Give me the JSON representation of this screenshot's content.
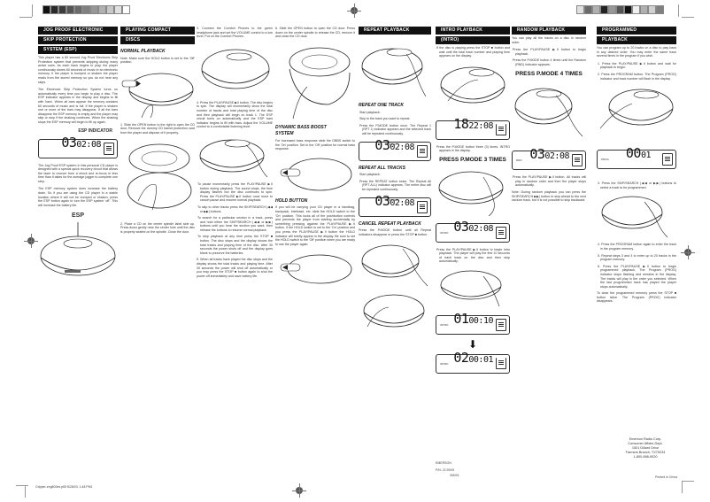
{
  "document": {
    "type": "CD player owner's manual (scanned, mirrored)",
    "brand": "EMERSON",
    "part_no": "P/N: 21'200/5",
    "date_code": "305/01"
  },
  "print_marks": {
    "swatches_left": [
      "#111111",
      "#2a2a2a",
      "#3c3c3c",
      "#555555",
      "#6a6a6a",
      "#808080",
      "#979797",
      "#b0b0b0",
      "#c8c8c8",
      "#e0e0e0",
      "#ffffff"
    ],
    "swatches_right": [
      "#e0e0e0",
      "#6a6a6a",
      "#b0b0b0",
      "#222222",
      "#979797",
      "#555555",
      "#111111",
      "#f0f0f0",
      "#b0b0b0",
      "#d0d0d0",
      "#808080"
    ],
    "file_slug": "Gripper-eng800es.p65 8/28/03, 1:48 PM1"
  },
  "columns": {
    "esp": {
      "title_lines": [
        "JOG PROOF ELECTRONIC",
        "SKIP PROTECTION",
        "SYSTEM (ESP)"
      ],
      "para1": "This player has a 60 second Jog Proof Electronic Skip Protection system that prevents skipping during many active uses. As each track begins to play, the player continuously stores 60 seconds of music in an electronic memory. If the player is bumped or shaken the player reads from the stored memory so you do not hear any skips.",
      "para2": "The Electronic Skip Protection System turns on automatically every time you begin to play a disc. The ESP indicator appears in the display and begins to fill with 'bars'. When all bars appear the memory contains 60 seconds of music and is full. If the player is shaken one or more of the bars may disappear. If all the bars disappear the ESP memory is empty and the player may skip or stop if the shaking continues. When the shaking stops the ESP memory will begin to fill up again.",
      "indicator_label": "ESP INDICATOR",
      "lcd_track": "03",
      "lcd_time": "02:08",
      "para3": "The Jog Proof ESP system in this personal CD player is designed with a special quick recovery circuit that allows the laser to recover from a shock and re-focus in less time than it takes for the average jogger to complete one step.",
      "para4": "The ESP memory system does increase the battery drain. So if you are using the CD player in a stable location where it will not be bumped or shaken, press the ESP button again to turn the ESP system 'off'. This will increase the battery life.",
      "esp_label": "ESP"
    },
    "playing": {
      "title_lines": [
        "PLAYING COMPACT",
        "DISCS"
      ],
      "sub_normal": "NORMAL PLAYBACK",
      "note": "Note: Make sure the HOLD button is set to the 'Off' position.",
      "step1": "1. Slide the OPEN button to the right to open the CD door. Remove the dummy CD transit protection card from the player and dispose of it properly.",
      "step2": "2. Place a CD on the center spindle label side up. Press down gently near the center hole until the disc is properly seated on the spindle. Close the door.",
      "step3": "3. Connect the Comfort Phones to the green headphone jack and set the VOLUME control to a low level. Put on the Comfort Phones.",
      "step4": "4. Press the PLAY/PAUSE ▶II button. The disc begins to spin. The display will momentarily show the total number of tracks and total playing time of the disc and then playback will begin on track 1. The ESP circuit turns on automatically and the ESP bars indicator begins to fill with bars. Adjust the VOLUME control to a comfortable listening level.",
      "bullet_pause": "To pause momentarily press the PLAY/PAUSE ▶II button during playback. The sound stops, the time display flashes but the disc continues to spin. Press the PLAY/PAUSE ▶II button once more to cancel pause and resume normal playback.",
      "bullet_skip": "To skip to other tracks press the SKIP/SEARCH |◀◀ or ▶▶| buttons.",
      "bullet_search": "To search for a particular section in a track, press and hold either the SKIP/SEARCH |◀◀ or ▶▶| buttons until you hear the section you want, then release the buttons to resume normal playback.",
      "bullet_stop": "To stop playback at any time press the STOP ■ button. The disc stops and the display shows the total tracks and playing time of the disc. After 30 seconds the power shuts off and the display goes blank to preserve the batteries.",
      "step5": "5. When all tracks have played the disc stops and the display shows the total tracks and playing time. After 30 seconds the power will shut off automatically or you may press the STOP ■ button again to shut the power off immediately and save battery life.",
      "step6": "6. Slide the OPEN button to open the CD door. Press down on the center spindle to release the CD, remove it and close the CD door."
    },
    "dbbs": {
      "title_lines": [
        "DYNAMIC BASS BOOST",
        "SYSTEM"
      ],
      "text": "For increased bass response slide the DBBS switch to the 'On' position. Set to the 'Off' position for normal bass response."
    },
    "hold": {
      "title": "HOLD BUTTON",
      "text": "If you will be carrying your CD player in a handbag, backpack, briefcase, etc. slide the HOLD switch to the 'On' position. This locks all of the pushbutton controls and prevents the player from starting accidentally by something pressing against the PLAY/PAUSE ▶II button. If the HOLD switch is set to the 'On' position and you press the PLAY/PAUSE ▶II button the HOLD indicator will briefly appear in the display. Be sure to set the HOLD switch to the 'Off' position when you are ready to use the player again."
    },
    "repeat": {
      "title": "REPEAT PLAYBACK",
      "sub_one": "REPEAT ONE TRACK",
      "one_bullets": [
        "Start playback.",
        "Skip to the track you want to repeat.",
        "Press the P.MODE button once. The Repeat 1 (RPT 1) indicator appears and the selected track will be repeated continuously."
      ],
      "one_lcd_tag": "RPT 1",
      "one_lcd_track": "03",
      "one_lcd_time": "02:08",
      "sub_all": "REPEAT ALL TRACKS",
      "all_bullets": [
        "Start playback.",
        "Press the REPEAT button twice. The Repeat All (RPT ALL) indicator appears. The entire disc will be repeated continuously."
      ],
      "all_lcd_tag": "RPT ALL",
      "all_lcd_track": "03",
      "all_lcd_time": "02:08",
      "sub_cancel": "CANCEL REPEAT PLAYBACK",
      "cancel_text": "Press the P.MODE button until all Repeat indicators disappear or press the STOP ■ button."
    },
    "intro": {
      "title_lines": [
        "INTRO PLAYBACK",
        "(INTRO)"
      ],
      "bullet1": "If the disc is playing press the STOP ■ button and wait until the total track number and playing time appears on the display.",
      "lcd1_track": "18",
      "lcd1_time": "22:08",
      "bullet2": "Press the P.MODE button three (3) times. INTRO appears in the display.",
      "press_label": "PRESS P.MODE 3 TIMES",
      "lcd2_tag": "INTRO",
      "lcd2_track": "03",
      "lcd2_time": "02:08",
      "bullet3": "Press the PLAY/PAUSE ▶II button to begin intro playback. The player will play the first 10 seconds of each track on the disc and then stop automatically.",
      "lcd3_track": "01",
      "lcd3_time": "00:10",
      "lcd4_track": "02",
      "lcd4_time": "00:01"
    },
    "random": {
      "title": "RANDOM PLAYBACK",
      "intro": "You can play all the tracks on a disc in random order.",
      "bullet1": "Press the PLAY/PAUSE ▶II button to begin playback.",
      "bullet2": "Press the P.MODE button 4 times until the Random (RND) indicator appears.",
      "press_label": "PRESS P.MODE 4 TIMES",
      "lcd_tag": "RND",
      "lcd_track": "03",
      "lcd_time": "02:08",
      "bullet3": "Press the PLAY/PAUSE ▶II button. All tracks will play in random order and then the player stops automatically.",
      "note": "Note: During random playback you can press the SKIP/SEARCH ▶▶| button to skip ahead to the next random track, but it is not possible to skip backward."
    },
    "program": {
      "title_lines": [
        "PROGRAMMED",
        "PLAYBACK"
      ],
      "intro": "You can program up to 20 tracks on a disc to play back in any desired order. You may enter the same track several times in the program if you wish.",
      "step1": "1. Press the PLAY/PAUSE ▶II button and wait for playback to begin.",
      "step2": "2. Press the PROGRAM button. The Program (PROG) indicator and track number will flash in the display.",
      "lcd_tag": "PROG",
      "lcd_track": "00",
      "lcd_time": "01",
      "step3": "3. Press the SKIP/SEARCH |◀◀ or ▶▶| buttons to select a track to be programmed.",
      "step4": "4. Press the PROGRAM button again to enter the track in the program memory.",
      "step5": "5. Repeat steps 3 and 4 to enter up to 20 tracks in the program memory.",
      "step6": "6. Press the PLAY/PAUSE ▶II button to begin programmed playback. The Program (PROG) indicator stops flashing and remains in the display. The tracks will play in the order you selected. When the last programmed track has played the player stops automatically.",
      "clear": "To clear the programmed memory press the STOP ■ button twice. The Program (PROG) indicator disappears."
    },
    "address": {
      "lines": [
        "Emerson Radio Corp.",
        "Consumer Affairs Dept.",
        "1501 Dillard Drive",
        "Farmers Branch, TX75234",
        "1-800-898-9020"
      ],
      "printed": "Printed in China"
    }
  }
}
